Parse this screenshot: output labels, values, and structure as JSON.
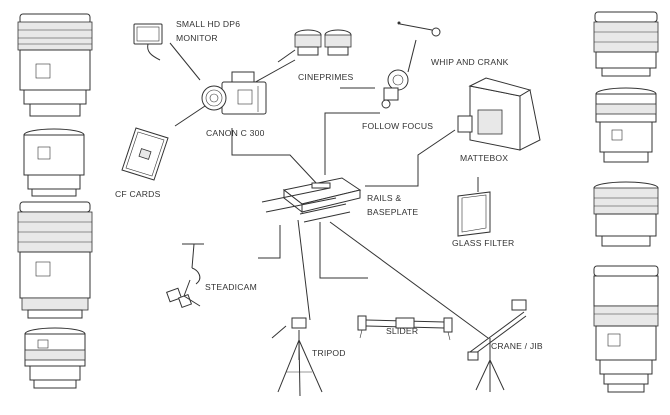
{
  "labels": {
    "monitor_line1": "SMALL HD DP6",
    "monitor_line2": "MONITOR",
    "cineprimes": "CINEPRIMES",
    "whip_crank": "WHIP AND CRANK",
    "follow_focus": "FOLLOW FOCUS",
    "canon": "CANON C 300",
    "mattebox": "MATTEBOX",
    "cf_cards": "CF CARDS",
    "rails_line1": "RAILS &",
    "rails_line2": "BASEPLATE",
    "glass_filter": "GLASS FILTER",
    "steadicam": "STEADICAM",
    "slider": "SLIDER",
    "tripod": "TRIPOD",
    "crane": "CRANE / JIB"
  },
  "colors": {
    "line": "#333333",
    "background": "#ffffff"
  },
  "icons": [
    "lens-icon",
    "monitor-icon",
    "cineprime-lens-icon",
    "whip-crank-icon",
    "follow-focus-icon",
    "camera-icon",
    "mattebox-icon",
    "cf-card-icon",
    "rails-baseplate-icon",
    "glass-filter-icon",
    "steadicam-icon",
    "slider-icon",
    "tripod-icon",
    "crane-jib-icon"
  ]
}
